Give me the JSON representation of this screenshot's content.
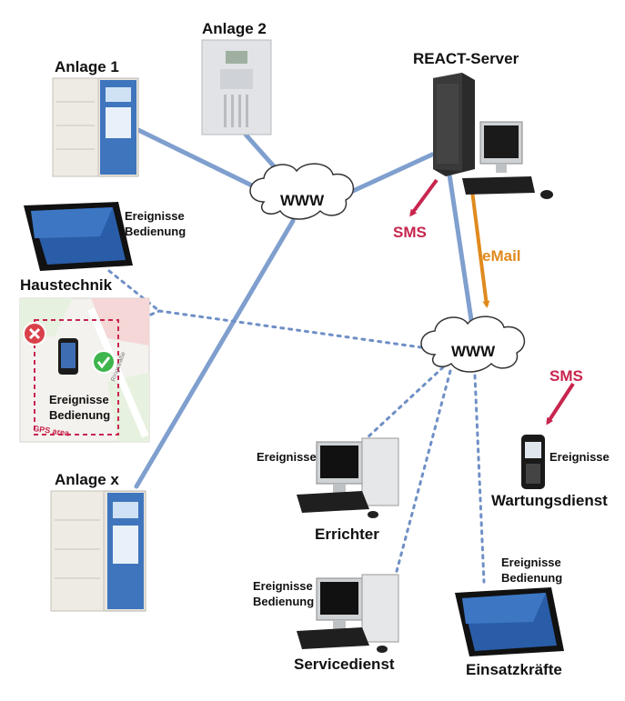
{
  "devices": {
    "anlage1": "Anlage 1",
    "anlage2": "Anlage 2",
    "anlagex": "Anlage x",
    "server": "REACT-Server",
    "haustechnik": "Haustechnik",
    "errichter": "Errichter",
    "servicedienst": "Servicedienst",
    "einsatzkraefte": "Einsatzkräfte",
    "wartungsdienst": "Wartungsdienst"
  },
  "clouds": {
    "top": "WWW",
    "right": "WWW"
  },
  "channels": {
    "sms_server": "SMS",
    "email": "eMail",
    "sms_phone": "SMS"
  },
  "access": {
    "haustechnik_l1": "Ereignisse",
    "haustechnik_l2": "Bedienung",
    "mobile_l1": "Ereignisse",
    "mobile_l2": "Bedienung",
    "errichter_l1": "Ereignisse",
    "service_l1": "Ereignisse",
    "service_l2": "Bedienung",
    "einsatz_l1": "Ereignisse",
    "einsatz_l2": "Bedienung",
    "wartung_l1": "Ereignisse"
  },
  "map": {
    "gps_label": "GPS area",
    "street": "Ringstraße"
  },
  "colors": {
    "link": "#7f9fce",
    "sms": "#c8254e",
    "email": "#e08a1e",
    "dotted": "#6f8fc6"
  }
}
